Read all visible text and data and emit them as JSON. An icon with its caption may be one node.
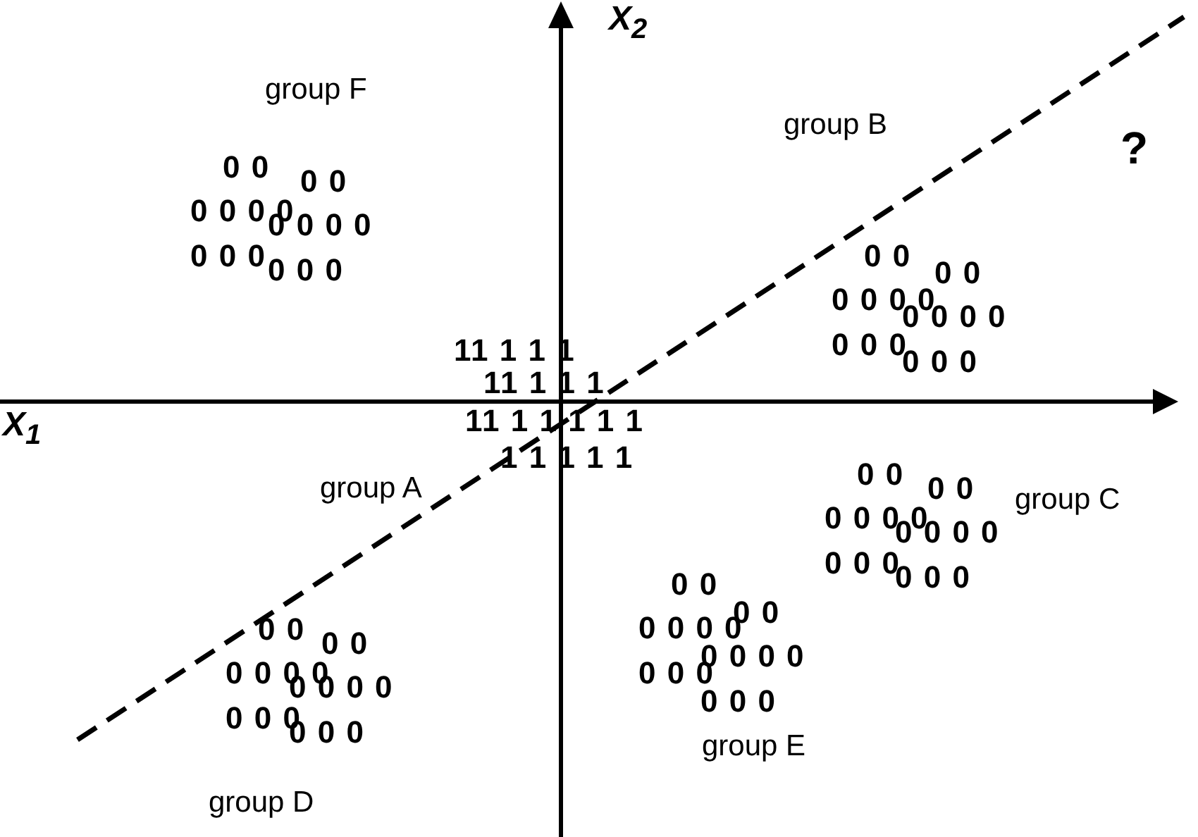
{
  "diagram": {
    "labels": [
      "X$_{2}$",
      "group F",
      "group B",
      "?",
      "0 0",
      "0 0 0 0",
      "0 0 0",
      "0 0",
      "0 0 0 0",
      "0 0 0",
      "0 0",
      "0 0 0 0",
      "0 0 0",
      "0 0",
      "0 0 0 0",
      "0 0 0",
      "11 1 1 1",
      "11 1 1 1",
      "11 1 1 1 1 1",
      "1 1 1 1 1",
      "X$_{1}$",
      "group A",
      "group C",
      "0 0",
      "0 0 0 0",
      "0 0 0",
      "0 0",
      "0 0 0 0",
      "0 0 0",
      "0 0",
      "0 0 0 0",
      "0 0 0",
      "0 0",
      "0 0 0 0",
      "0 0 0",
      "0 0",
      "0 0 0 0",
      "0 0 0",
      "0 0",
      "0 0 0 0",
      "0 0 0",
      "group E",
      "group D"
    ]
  }
}
